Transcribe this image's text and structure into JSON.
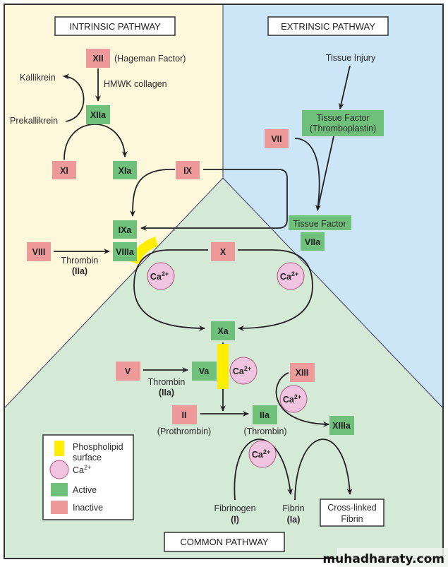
{
  "colors": {
    "intrinsic_bg": "#fdf8dc",
    "extrinsic_bg": "#cce6f7",
    "common_bg": "#d4e9d6",
    "active": "#6fc07a",
    "inactive": "#ee9a9a",
    "calcium": "#f0c4e0",
    "phospholipid": "#ffee00",
    "line": "#222222"
  },
  "titles": {
    "intrinsic": "INTRINSIC PATHWAY",
    "extrinsic": "EXTRINSIC PATHWAY",
    "common": "COMMON PATHWAY"
  },
  "factors": {
    "xii": "XII",
    "xiia": "XIIa",
    "xi": "XI",
    "xia": "XIa",
    "ix": "IX",
    "ixa": "IXa",
    "viii": "VIII",
    "viiia": "VIIIa",
    "vii": "VII",
    "viia": "VIIa",
    "x": "X",
    "xa": "Xa",
    "v": "V",
    "va": "Va",
    "ii": "II",
    "iia": "IIa",
    "xiii": "XIII",
    "xiiia": "XIIIa",
    "tissue_factor_thromboplastin_1": "Tissue Factor",
    "tissue_factor_thromboplastin_2": "(Thromboplastin)",
    "tissue_factor": "Tissue Factor"
  },
  "labels": {
    "hageman": "(Hageman Factor)",
    "hmwk": "HMWK collagen",
    "kallikrein": "Kallikrein",
    "prekallikrein": "Prekallikrein",
    "tissue_injury": "Tissue Injury",
    "thrombin": "Thrombin",
    "iia_paren": "(IIa)",
    "prothrombin": "(Prothrombin)",
    "thrombin_paren": "(Thrombin)",
    "fibrinogen": "Fibrinogen",
    "fibrinogen_code": "(I)",
    "fibrin": "Fibrin",
    "fibrin_code": "(Ia)",
    "crosslinked_1": "Cross-linked",
    "crosslinked_2": "Fibrin",
    "calcium": "Ca",
    "calcium_charge": "2+"
  },
  "legend": {
    "phospholipid_1": "Phospholipid",
    "phospholipid_2": "surface",
    "calcium": "Ca",
    "calcium_charge": "2+",
    "active": "Active",
    "inactive": "Inactive"
  },
  "watermark": "muhadharaty.com"
}
